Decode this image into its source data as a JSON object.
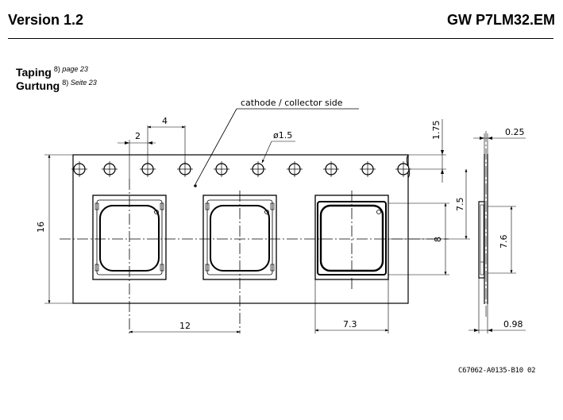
{
  "header": {
    "version": "Version 1.2",
    "part_number": "GW P7LM32.EM"
  },
  "section": {
    "title_en": "Taping",
    "ref_en_num": "8)",
    "ref_en_text": "page 23",
    "title_de": "Gurtung",
    "ref_de_num": "8)",
    "ref_de_text": "Seite 23"
  },
  "drawing": {
    "label_side": "cathode / collector side",
    "dim_hole_pitch": "4",
    "dim_hole_offset": "2",
    "dim_hole_diameter": "ø1.5",
    "dim_edge_to_hole": "1.75",
    "dim_tape_thickness": "0.25",
    "dim_tape_width": "16",
    "dim_hole_to_center": "7.5",
    "dim_pocket_length": "8",
    "dim_pocket_depth": "7.6",
    "dim_pocket_pitch": "12",
    "dim_pocket_width": "7.3",
    "dim_cover_thickness": "0.98",
    "drawing_code": "C67062-A0135-B10 02"
  }
}
